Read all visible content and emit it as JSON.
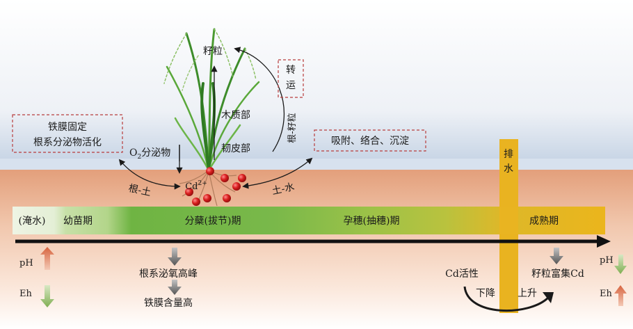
{
  "labels": {
    "grain": "籽粒",
    "transport": "转运",
    "root_grain": "根-籽粒",
    "xylem": "木质部",
    "phloem": "韧皮部",
    "o2_main": "O",
    "o2_sub": "2",
    "o2_rest": "分泌物",
    "iron_line1": "铁膜固定",
    "iron_line2": "根系分泌物活化",
    "adsorb": "吸附、络合、沉淀",
    "cd_main": "Cd",
    "cd_sup": "2+",
    "root_soil": "根-土",
    "soil_water": "土-水",
    "drain": "排水"
  },
  "stages": [
    {
      "label": "(淹水)",
      "color": "#e4efd6"
    },
    {
      "label": "幼苗期",
      "color": "#b3d58a"
    },
    {
      "label": "分蘖(拔节)期",
      "color": "#7ab648"
    },
    {
      "label": "孕穗(抽穗)期",
      "color": "#a8c244"
    },
    {
      "label": "成熟期",
      "color": "#e6b620"
    }
  ],
  "bottom": {
    "peak_oxygen": "根系泌氧高峰",
    "iron_high": "铁膜含量高",
    "cd_activity": "Cd活性",
    "decrease": "下降",
    "increase": "上升",
    "grain_cd": "籽粒富集Cd",
    "ph_left": "pH",
    "eh_left": "Eh",
    "ph_right": "pH",
    "eh_right": "Eh"
  }
}
